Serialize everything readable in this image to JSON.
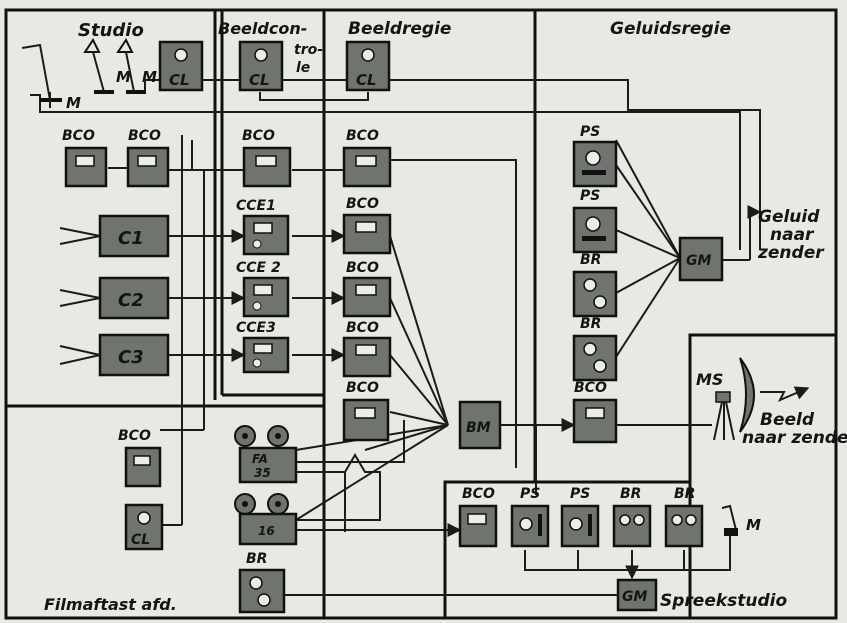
{
  "sections": {
    "studio": "Studio",
    "beeldcontrole": [
      "Beeldcon-",
      "tro-",
      "le"
    ],
    "beeldregie": "Beeldregie",
    "geluidsregie": "Geluidsregie",
    "filmaftast": "Filmaftast afd.",
    "spreekstudio": "Spreekstudio"
  },
  "labels": {
    "m": "M",
    "cl": "CL",
    "bco": "BCO",
    "c1": "C1",
    "c2": "C2",
    "c3": "C3",
    "cce1": "CCE1",
    "cce2": "CCE 2",
    "cce3": "CCE3",
    "ps": "PS",
    "br": "BR",
    "bm": "BM",
    "gm": "GM",
    "ms": "MS",
    "fa35": [
      "FA",
      "35"
    ],
    "fa16": "16",
    "geluid_naar_zender": [
      "Geluid",
      "naar",
      "zender"
    ],
    "beeld_naar_zender": [
      "Beeld",
      "naar zender"
    ]
  },
  "colors": {
    "equipment": "#6f746e",
    "line": "#1b1b1b",
    "background": "#e9e9e4"
  }
}
